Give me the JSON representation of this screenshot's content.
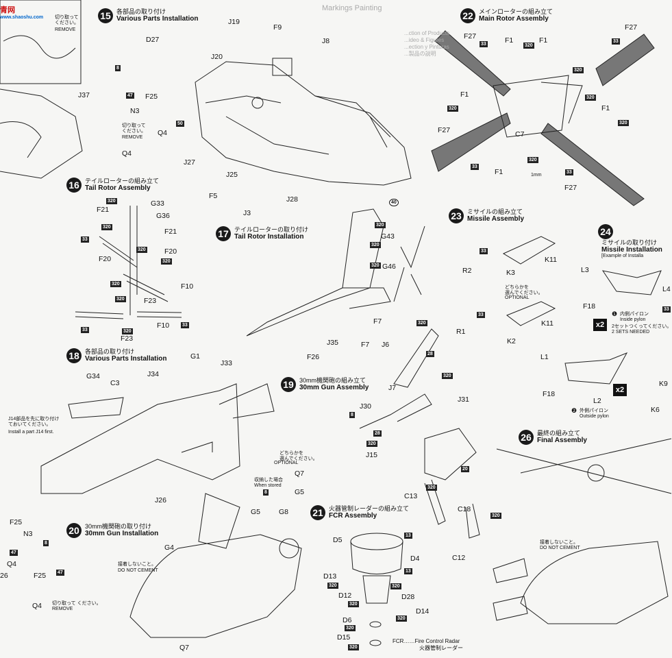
{
  "watermark": {
    "text": "青网",
    "url": "www.shaoshu.com"
  },
  "top_left_notes": {
    "cut_jp": "切り取って\nください。",
    "remove": "REMOVE",
    "j37": "J37"
  },
  "steps": {
    "s15": {
      "num": "15",
      "jp": "各部品の取り付け",
      "en": "Various Parts Installation"
    },
    "s16": {
      "num": "16",
      "jp": "テイルローターの組み立て",
      "en": "Tail Rotor Assembly"
    },
    "s17": {
      "num": "17",
      "jp": "テイルローターの取り付け",
      "en": "Tail Rotor Installation"
    },
    "s18": {
      "num": "18",
      "jp": "各部品の取り付け",
      "en": "Various Parts Installation"
    },
    "s19": {
      "num": "19",
      "jp": "30mm機関砲の組み立て",
      "en": "30mm Gun Assembly"
    },
    "s20": {
      "num": "20",
      "jp": "30mm機関砲の取り付け",
      "en": "30mm Gun Installation"
    },
    "s21": {
      "num": "21",
      "jp": "火器管制レーダーの組み立て",
      "en": "FCR Assembly"
    },
    "s22": {
      "num": "22",
      "jp": "メインローターの組み立て",
      "en": "Main Rotor Assembly"
    },
    "s23": {
      "num": "23",
      "jp": "ミサイルの組み立て",
      "en": "Missile Assembly"
    },
    "s24": {
      "num": "24",
      "jp": "ミサイルの取り付け",
      "en": "Missile Installation",
      "sub": "[Example of Installa"
    },
    "s26": {
      "num": "26",
      "jp": "最終の組み立て",
      "en": "Final Assembly"
    }
  },
  "parts": {
    "s15": [
      "J19",
      "F9",
      "D27",
      "J8",
      "J20",
      "F25",
      "N3",
      "Q4",
      "J27",
      "Q4",
      "J25",
      "F5",
      "J3",
      "J28"
    ],
    "s16": [
      "G33",
      "F21",
      "G36",
      "F21",
      "F20",
      "F20",
      "F10",
      "F23",
      "F10",
      "F23"
    ],
    "s17": [
      "G43",
      "G46",
      "F7",
      "J35",
      "F7",
      "F26"
    ],
    "s18": [
      "G1",
      "J33",
      "G34",
      "J34",
      "C3",
      "J26"
    ],
    "s19": [
      "J6",
      "J7",
      "J30",
      "J31",
      "J15"
    ],
    "s20": [
      "Q7",
      "G5",
      "G5",
      "G8",
      "G4",
      "Q7"
    ],
    "s21": [
      "D5",
      "D4",
      "D13",
      "D12",
      "D28",
      "D14",
      "D6",
      "D15"
    ],
    "s22": [
      "F27",
      "F1",
      "F1",
      "F27",
      "F1",
      "F1",
      "F27",
      "C7",
      "F1",
      "F27"
    ],
    "s23": [
      "K11",
      "R2",
      "K3",
      "K11",
      "R1",
      "K2"
    ],
    "s24": [
      "L3",
      "L4",
      "F18",
      "L1",
      "F18",
      "L2",
      "K9",
      "K6"
    ],
    "left": [
      "F25",
      "N3",
      "Q4",
      "26",
      "F25",
      "Q4"
    ],
    "misc": [
      "C18",
      "C13",
      "C12"
    ]
  },
  "badges": {
    "b320": "320",
    "b33": "33",
    "b8": "8",
    "b47": "47",
    "b50": "50",
    "b40": "40",
    "b13": "13",
    "b28": "28",
    "b20": "20"
  },
  "notes": {
    "remove_jp": "切り取って\nください。",
    "remove_en": "REMOVE",
    "either_jp": "どちらかを\n選んでください。",
    "optional": "OPTIONAL",
    "stored_jp": "収納した場合",
    "stored_en": "When stored",
    "no_cement_jp": "接着しないこと。",
    "no_cement_en": "DO NOT CEMENT",
    "j14_jp": "J14部品を先に取り付け\nておいてください。",
    "j14_en": "Install a part J14 first.",
    "inside_num": "❶",
    "inside_jp": "内側パイロン",
    "inside_en": "Inside pylon",
    "sets_jp": "2セットつくってください。",
    "sets_en": "2 SETS NEEDED",
    "outside_num": "❷",
    "outside_jp": "外側パイロン",
    "outside_en": "Outside pylon",
    "x2": "x2",
    "fcr_abbr": "FCR……Fire Control Radar",
    "fcr_jp": "火器管制レーダー",
    "mm1": "1mm",
    "top_center_en": "Markings Painting",
    "top_center_lines": "...ction of Products\n...ideo & Figures\n...ection y Pinturas\n...製品の説明"
  }
}
